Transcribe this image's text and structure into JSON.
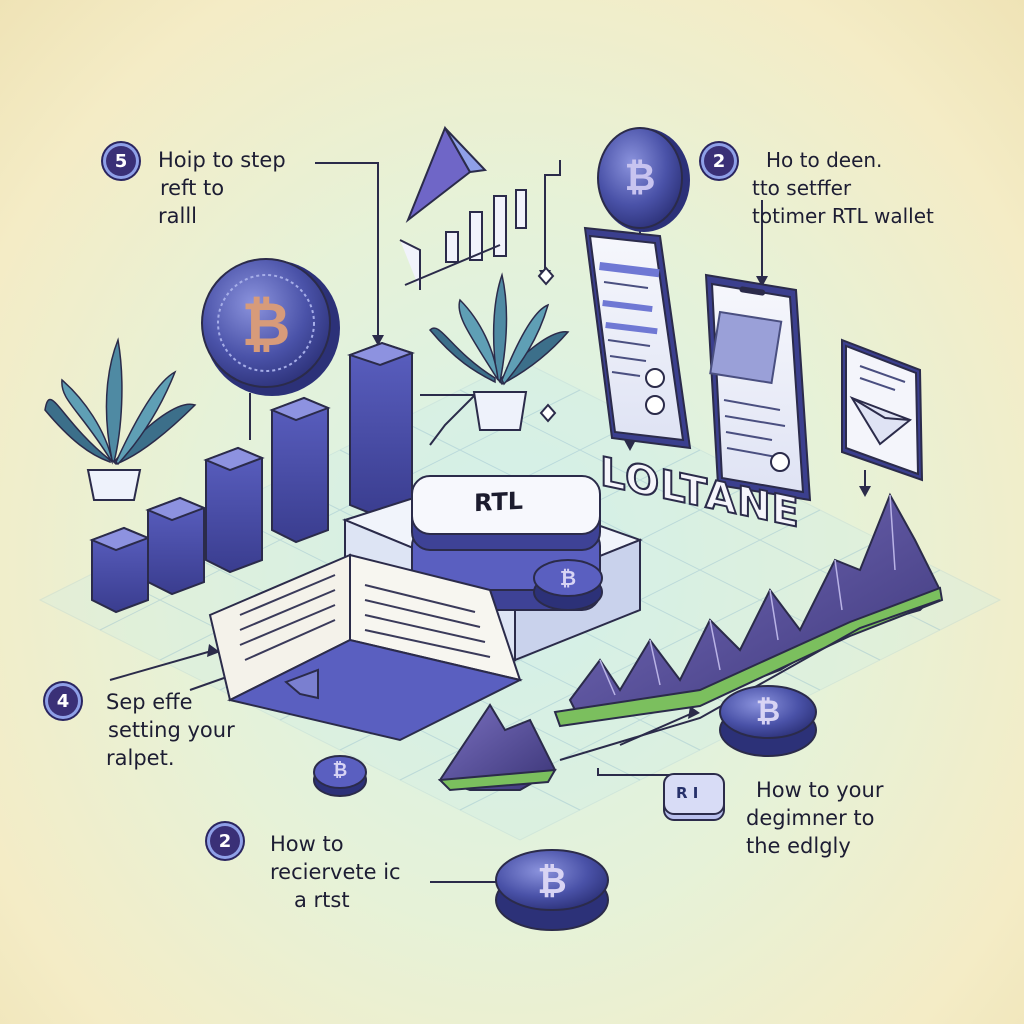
{
  "steps": [
    {
      "badge": "5",
      "lines": [
        "Hoip to step",
        "reft to",
        "ralll"
      ]
    },
    {
      "badge": "2",
      "lines": [
        "Ho to deen.",
        "tto setffer",
        "totimer RTL wallet"
      ]
    },
    {
      "badge": "4",
      "lines": [
        "Sep effe",
        "setting your",
        "ralpet."
      ]
    },
    {
      "badge": "2",
      "lines": [
        "How to",
        "reciervete ic",
        "a rtst"
      ]
    },
    {
      "lines": [
        "How to your",
        "degimner to",
        "the edlgly"
      ]
    }
  ],
  "center_block_label": "RTL",
  "brand_text": "LOLTANE",
  "small_chip_label": "R I",
  "coin_symbol": "₿",
  "colors": {
    "accent": "#3a3077",
    "coin": "#4a52a8",
    "bars": "#4b4fa6",
    "platform": "#e8eef8",
    "mountain": "#5a4f9a",
    "grass": "#7bbf5e",
    "leaf": "#3c6f8a"
  }
}
